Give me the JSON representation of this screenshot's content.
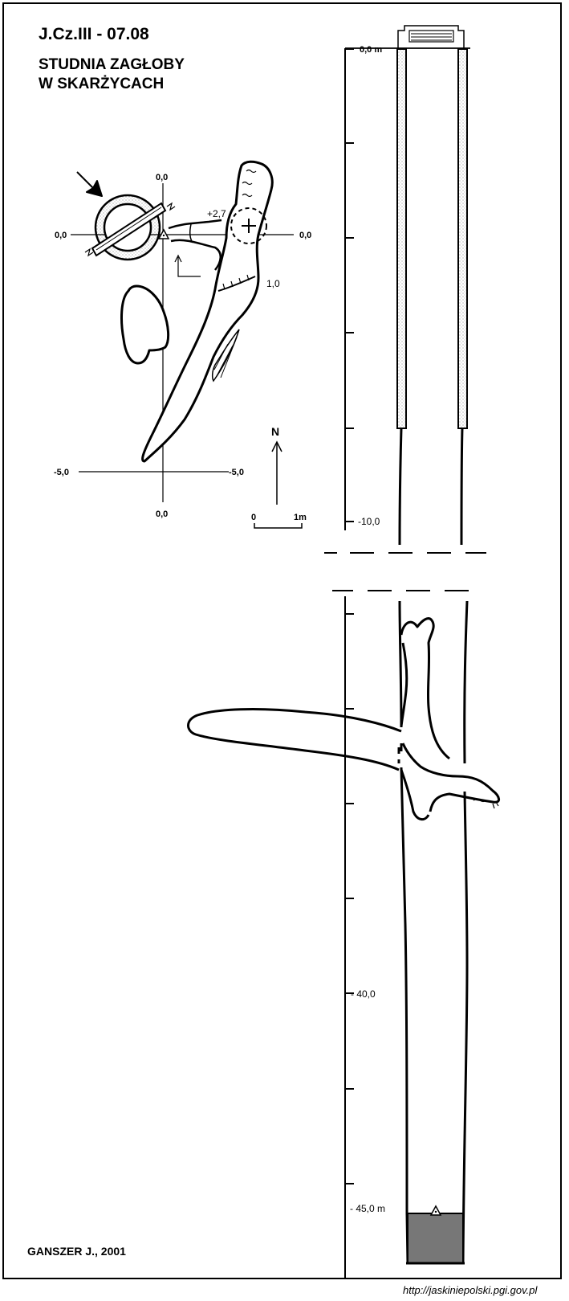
{
  "header": {
    "code": "J.Cz.III - 07.08",
    "title_line1": "STUDNIA ZAGŁOBY",
    "title_line2": "W SKARŻYCACH"
  },
  "plan": {
    "axis_labels": {
      "top": "0,0",
      "left": "0,0",
      "right": "0,0",
      "bottom": "0,0",
      "bottom_left": "-5,0",
      "bottom_right": "-5,0"
    },
    "height_labels": [
      "+2,7",
      "1,0"
    ],
    "north": "N",
    "scale": {
      "start": "0",
      "end": "1m"
    }
  },
  "section": {
    "depth_labels": [
      "0,0 m",
      "-10,0",
      "- 40,0",
      "- 45,0 m"
    ]
  },
  "footer": {
    "author": "GANSZER J., 2001",
    "url": "http://jaskiniepolski.pgi.gov.pl"
  },
  "colors": {
    "ink": "#000000",
    "water_fill": "#777777",
    "stipple": "#666666"
  }
}
